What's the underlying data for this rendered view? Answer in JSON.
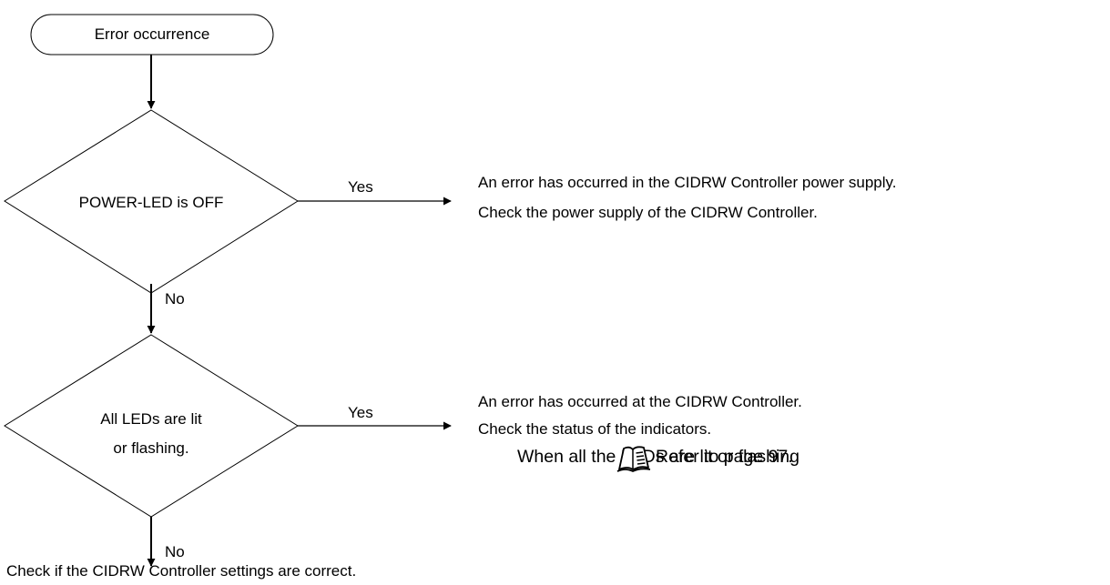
{
  "flow": {
    "start": "Error occurrence",
    "decision1": "POWER-LED is OFF",
    "decision1_yes": "Yes",
    "decision1_no": "No",
    "result1": [
      "An error has occurred in the CIDRW Controller power supply.",
      "Check the power supply of the CIDRW Controller."
    ],
    "decision2": [
      "All LEDs are lit",
      "or flashing."
    ],
    "decision2_yes": "Yes",
    "decision2_no": "No",
    "result2": [
      "An error has occurred at the CIDRW Controller.",
      "Check the status of the indicators."
    ],
    "result2_ref_text": "When all the LEDs are lit or flashing",
    "result2_ref_page": "Refer to page 97.",
    "end": "Check if the CIDRW Controller settings are correct."
  },
  "icons": {
    "reference": "book-icon"
  }
}
